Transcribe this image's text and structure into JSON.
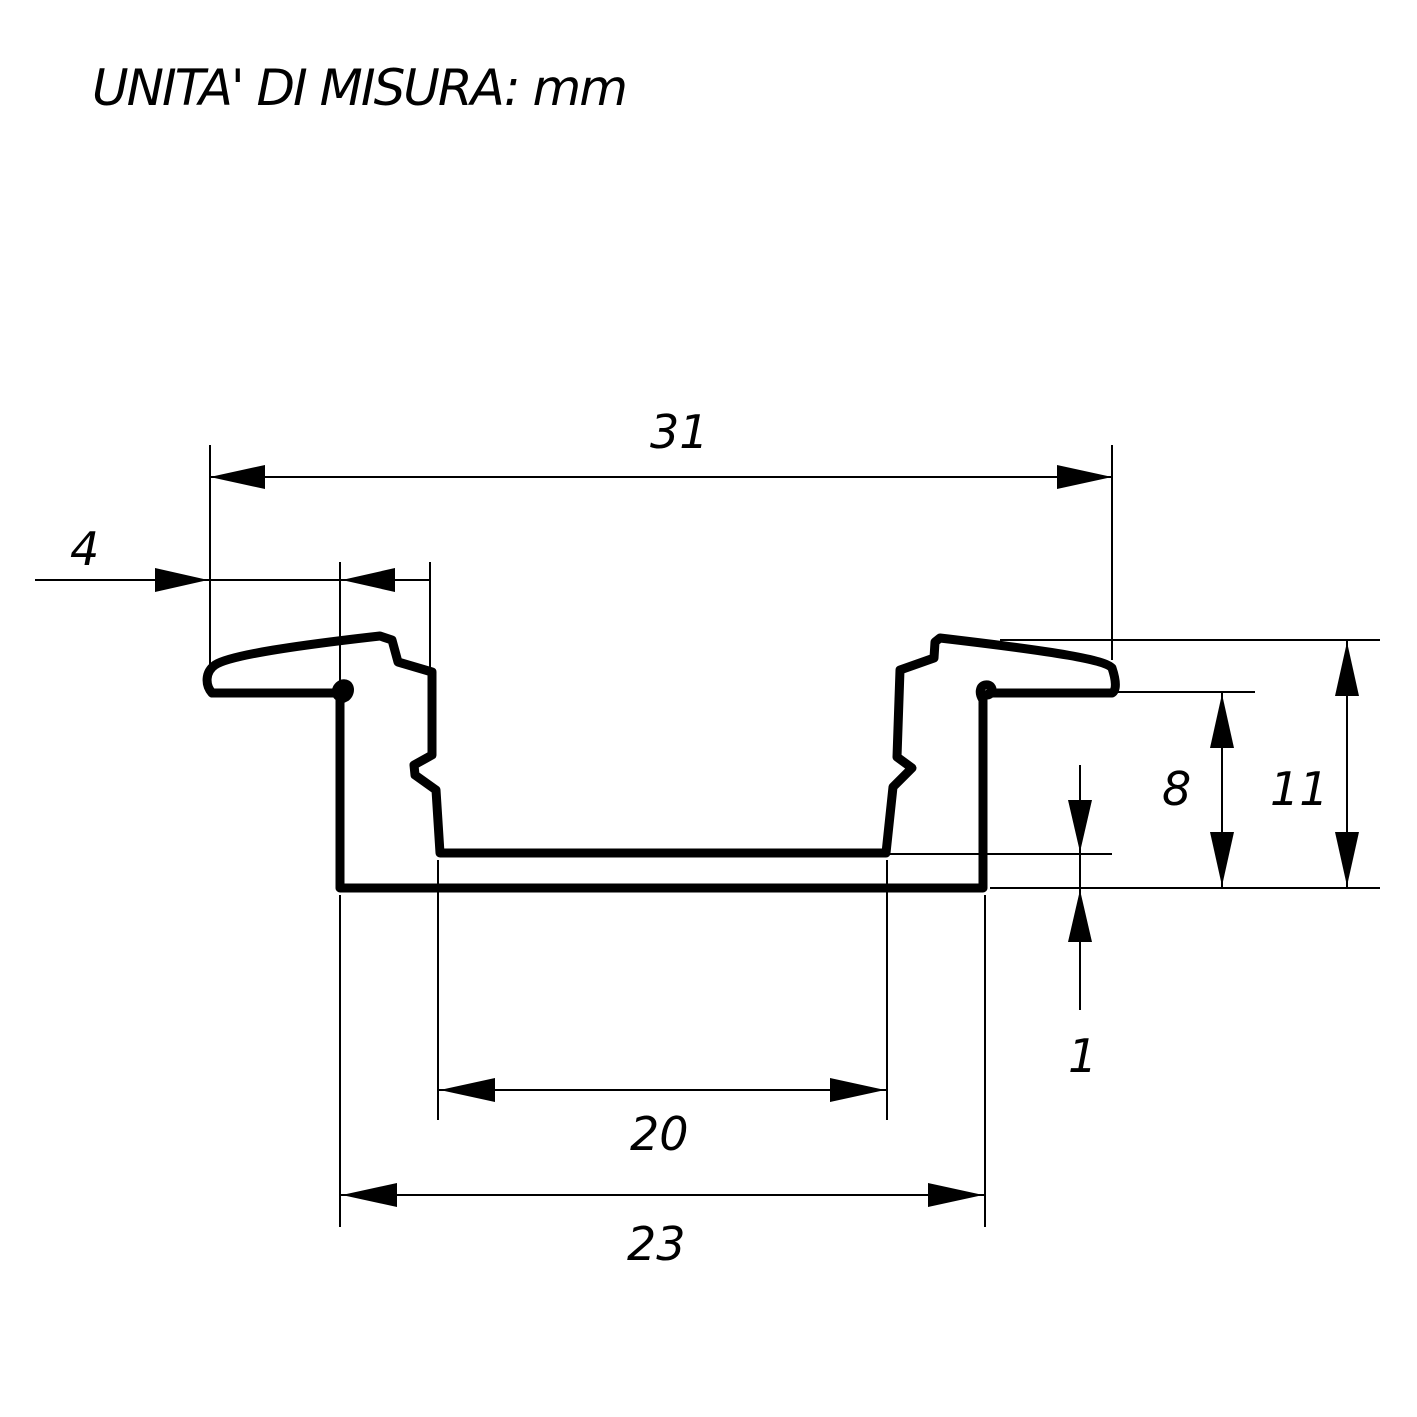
{
  "title": "UNITA' DI MISURA: mm",
  "dimensions": {
    "overall_width": "31",
    "flange": "4",
    "inner_height": "8",
    "total_height": "11",
    "base_thickness": "1",
    "inner_width": "20",
    "outer_width": "23"
  }
}
